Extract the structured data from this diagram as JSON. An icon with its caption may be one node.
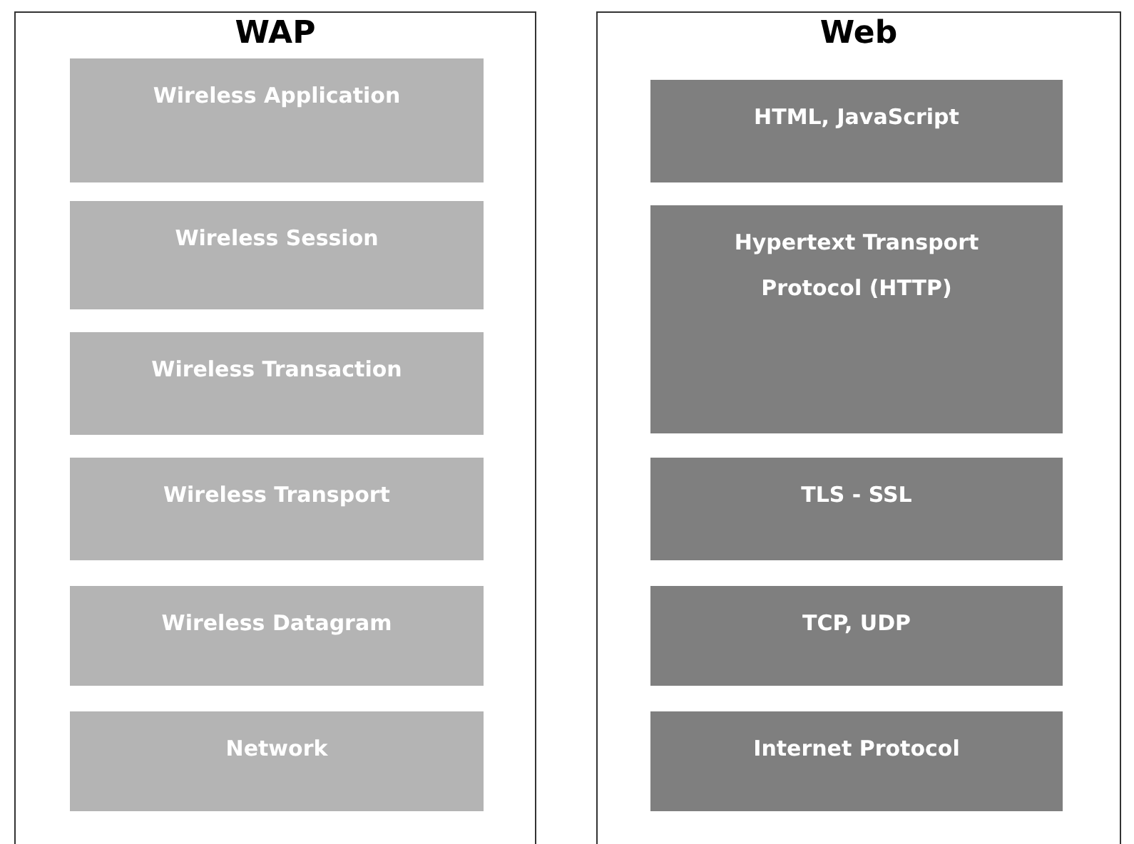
{
  "diagram": {
    "nodes": [
      {
        "text": [
          "WAP"
        ]
      },
      {
        "text": [
          "Wireless Application"
        ],
        "in": 0
      },
      {
        "text": [
          "Wireless Session"
        ],
        "in": 0
      },
      {
        "text": [
          "Wireless Transaction"
        ],
        "in": 0
      },
      {
        "text": [
          "Wireless Transport"
        ],
        "in": 0
      },
      {
        "text": [
          "Wireless Datagram"
        ],
        "in": 0
      },
      {
        "text": [
          "Network"
        ],
        "in": 0
      },
      {
        "text": [
          "Web"
        ]
      },
      {
        "text": [
          "HTML, JavaScript"
        ],
        "in": 7
      },
      {
        "text": [
          "Hypertext Transport Protocol (HTTP)"
        ],
        "in": 7
      },
      {
        "text": [
          "TLS - SSL"
        ],
        "in": 7
      },
      {
        "text": [
          "TCP, UDP"
        ],
        "in": 7
      },
      {
        "text": [
          "Internet Protocol"
        ],
        "in": 7
      }
    ],
    "edges": []
  }
}
